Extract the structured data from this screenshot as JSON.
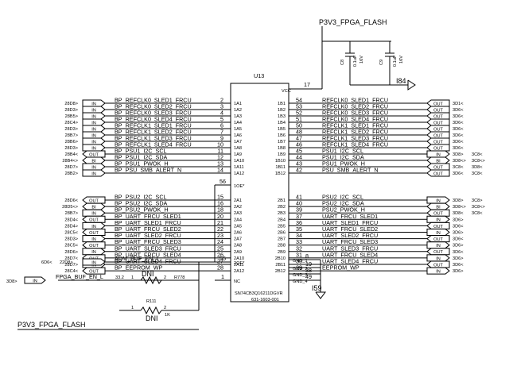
{
  "chip": {
    "ref": "U13",
    "part": "SN74CB3Q16211DGVR",
    "pn": "631-1603-001",
    "vcc_label": "VCC",
    "vcc_pin": "17",
    "nc_label": "NC",
    "nc_pin": "1",
    "oe1_label": "1OE*",
    "oe1_pin": "56",
    "oe2_label": "2OE*",
    "oe2_pin": "55",
    "gnd": [
      {
        "label": "GND_1",
        "pin": "8"
      },
      {
        "label": "GND_2",
        "pin": "19"
      },
      {
        "label": "GND_3",
        "pin": "38"
      },
      {
        "label": "GND_4",
        "pin": "49"
      }
    ],
    "gnd_ref": "I59"
  },
  "power": {
    "top_net": "P3V3_FPGA_FLASH",
    "bottom_net": "P3V3_FPGA_FLASH",
    "top_ref": "I84",
    "caps": [
      {
        "ref": "C8",
        "val": "0.1uF",
        "v": "16V"
      },
      {
        "ref": "C9",
        "val": "0.1uF",
        "v": "16V"
      }
    ]
  },
  "left_group1": [
    {
      "off": "28D8>",
      "type": "IN",
      "net": "BP_REFCLK0_SLED1_FRCU",
      "pin": "2",
      "port": "1A1"
    },
    {
      "off": "28D3>",
      "type": "IN",
      "net": "BP_REFCLK0_SLED2_FRCU",
      "pin": "3",
      "port": "1A2"
    },
    {
      "off": "28B5>",
      "type": "IN",
      "net": "BP_REFCLK0_SLED3_FRCU",
      "pin": "4",
      "port": "1A3"
    },
    {
      "off": "28C4>",
      "type": "IN",
      "net": "BP_REFCLK0_SLED4_FRCU",
      "pin": "5",
      "port": "1A4"
    },
    {
      "off": "28D3>",
      "type": "IN",
      "net": "BP_REFCLK1_SLED1_FRCU",
      "pin": "6",
      "port": "1A5"
    },
    {
      "off": "28B7>",
      "type": "IN",
      "net": "BP_REFCLK1_SLED2_FRCU",
      "pin": "7",
      "port": "1A6"
    },
    {
      "off": "28B6>",
      "type": "IN",
      "net": "BP_REFCLK1_SLED3_FRCU",
      "pin": "9",
      "port": "1A7"
    },
    {
      "off": "28D3>",
      "type": "IN",
      "net": "BP_REFCLK1_SLED4_FRCU",
      "pin": "10",
      "port": "1A8"
    },
    {
      "off": "28B4<",
      "type": "OUT",
      "net": "BP_PSU1_I2C_SCL",
      "pin": "11",
      "port": "1A9"
    },
    {
      "off": "28B4<>",
      "type": "BI",
      "net": "BP_PSU1_I2C_SDA",
      "pin": "12",
      "port": "1A10"
    },
    {
      "off": "28D7>",
      "type": "IN",
      "net": "BP_PSU1_PWOK_H",
      "pin": "13",
      "port": "1A11"
    },
    {
      "off": "28B2>",
      "type": "IN",
      "net": "BP_PSU_SMB_ALERT_N",
      "pin": "14",
      "port": "1A12"
    }
  ],
  "left_group2": [
    {
      "off": "28D6<",
      "type": "OUT",
      "net": "BP_PSU2_I2C_SCL",
      "pin": "15",
      "port": "2A1"
    },
    {
      "off": "28D5<>",
      "type": "BI",
      "net": "BP_PSU2_I2C_SDA",
      "pin": "16",
      "port": "2A2"
    },
    {
      "off": "28B7>",
      "type": "IN",
      "net": "BP_PSU2_PWOK_H",
      "pin": "18",
      "port": "2A3"
    },
    {
      "off": "28D4<",
      "type": "OUT",
      "net": "BP_UART_FRCU_SLED1",
      "pin": "20",
      "port": "2A4"
    },
    {
      "off": "28D4>",
      "type": "IN",
      "net": "BP_UART_SLED1_FRCU",
      "pin": "21",
      "port": "2A5"
    },
    {
      "off": "28C5<",
      "type": "OUT",
      "net": "BP_UART_FRCU_SLED2",
      "pin": "22",
      "port": "2A6"
    },
    {
      "off": "28D3>",
      "type": "IN",
      "net": "BP_UART_SLED2_FRCU",
      "pin": "23",
      "port": "2A7"
    },
    {
      "off": "28C5<",
      "type": "OUT",
      "net": "BP_UART_FRCU_SLED3",
      "pin": "24",
      "port": "2A8"
    },
    {
      "off": "28D6>",
      "type": "IN",
      "net": "BP_UART_SLED3_FRCU",
      "pin": "25",
      "port": "2A9"
    },
    {
      "off": "28D7<",
      "type": "OUT",
      "net": "BP_UART_FRCU_SLED4",
      "pin": "26",
      "port": "2A10"
    },
    {
      "off": "28D7>",
      "type": "IN",
      "net": "BP_UART_SLED4_FRCU",
      "pin": "27",
      "port": "2A11"
    },
    {
      "off": "28C4<",
      "type": "OUT",
      "net": "BP_EEPROM_WP",
      "pin": "28",
      "port": "2A12"
    }
  ],
  "right_group1": [
    {
      "port": "1B1",
      "pin": "54",
      "net": "REFCLK0_SLED1_FRCU",
      "type": "OUT",
      "off": "3D1<",
      "off2": ""
    },
    {
      "port": "1B2",
      "pin": "53",
      "net": "REFCLK0_SLED2_FRCU",
      "type": "OUT",
      "off": "3D6<",
      "off2": ""
    },
    {
      "port": "1B3",
      "pin": "52",
      "net": "REFCLK0_SLED3_FRCU",
      "type": "OUT",
      "off": "3D6<",
      "off2": ""
    },
    {
      "port": "1B4",
      "pin": "51",
      "net": "REFCLK0_SLED4_FRCU",
      "type": "OUT",
      "off": "3D6<",
      "off2": ""
    },
    {
      "port": "1B5",
      "pin": "50",
      "net": "REFCLK1_SLED1_FRCU",
      "type": "OUT",
      "off": "3D6<",
      "off2": ""
    },
    {
      "port": "1B6",
      "pin": "48",
      "net": "REFCLK1_SLED2_FRCU",
      "type": "OUT",
      "off": "3D6<",
      "off2": ""
    },
    {
      "port": "1B7",
      "pin": "47",
      "net": "REFCLK1_SLED3_FRCU",
      "type": "OUT",
      "off": "3D6<",
      "off2": ""
    },
    {
      "port": "1B8",
      "pin": "46",
      "net": "REFCLK1_SLED4_FRCU",
      "type": "OUT",
      "off": "3D6<",
      "off2": ""
    },
    {
      "port": "1B9",
      "pin": "45",
      "net": "PSU1_I2C_SCL",
      "type": "IN",
      "off": "3D8>",
      "off2": "3C8<"
    },
    {
      "port": "1B10",
      "pin": "44",
      "net": "PSU1_I2C_SDA",
      "type": "BI",
      "off": "3D8<>",
      "off2": "3C8<>"
    },
    {
      "port": "1B11",
      "pin": "43",
      "net": "PSU1_PWOK_H",
      "type": "OUT",
      "off": "3C8<",
      "off2": "3D8<"
    },
    {
      "port": "1B12",
      "pin": "42",
      "net": "PSU_SMB_ALERT_N",
      "type": "OUT",
      "off": "3D6<",
      "off2": "3C8<"
    }
  ],
  "right_group2": [
    {
      "port": "2B1",
      "pin": "41",
      "net": "PSU2_I2C_SCL",
      "type": "IN",
      "off": "3D8>",
      "off2": "3C8>"
    },
    {
      "port": "2B2",
      "pin": "40",
      "net": "PSU2_I2C_SDA",
      "type": "BI",
      "off": "3D8<>",
      "off2": "3C8<>"
    },
    {
      "port": "2B3",
      "pin": "39",
      "net": "PSU2_PWOK_H",
      "type": "OUT",
      "off": "3D8<",
      "off2": "3C8<"
    },
    {
      "port": "2B4",
      "pin": "37",
      "net": "UART_FRCU_SLED1",
      "type": "IN",
      "off": "3D6>",
      "off2": ""
    },
    {
      "port": "2B5",
      "pin": "36",
      "net": "UART_SLED1_FRCU",
      "type": "OUT",
      "off": "3D6<",
      "off2": ""
    },
    {
      "port": "2B6",
      "pin": "35",
      "net": "UART_FRCU_SLED2",
      "type": "IN",
      "off": "3D6>",
      "off2": ""
    },
    {
      "port": "2B7",
      "pin": "34",
      "net": "UART_SLED2_FRCU",
      "type": "OUT",
      "off": "3D6<",
      "off2": ""
    },
    {
      "port": "2B8",
      "pin": "33",
      "net": "UART_FRCU_SLED3",
      "type": "IN",
      "off": "3D6>",
      "off2": ""
    },
    {
      "port": "2B9",
      "pin": "32",
      "net": "UART_SLED3_FRCU",
      "type": "OUT",
      "off": "3D6<",
      "off2": ""
    },
    {
      "port": "2B10",
      "pin": "31",
      "net": "UART_FRCU_SLED4",
      "type": "IN",
      "off": "3D6>",
      "off2": ""
    },
    {
      "port": "2B11",
      "pin": "30",
      "net": "UART_SLED4_FRCU",
      "type": "OUT",
      "off": "3D6<",
      "off2": ""
    },
    {
      "port": "2B12",
      "pin": "29",
      "net": "EEPROM_WP",
      "type": "IN",
      "off": "3D6>",
      "off2": ""
    }
  ],
  "adm": {
    "off1": "6D6<",
    "off2": "22D8>",
    "type": "IN",
    "net": "ADM_BUF_EN_L"
  },
  "fpga_buf": {
    "off": "3D8>",
    "type": "IN",
    "net": "FPGA_BUF_EN_L"
  },
  "r778": {
    "ref": "R778",
    "val": "33.2",
    "pin1": "1",
    "pin2": "2",
    "dni": "DNI"
  },
  "r111": {
    "ref": "R111",
    "val": "1K",
    "pin1": "1",
    "pin2": "2",
    "dni": "DNI"
  }
}
